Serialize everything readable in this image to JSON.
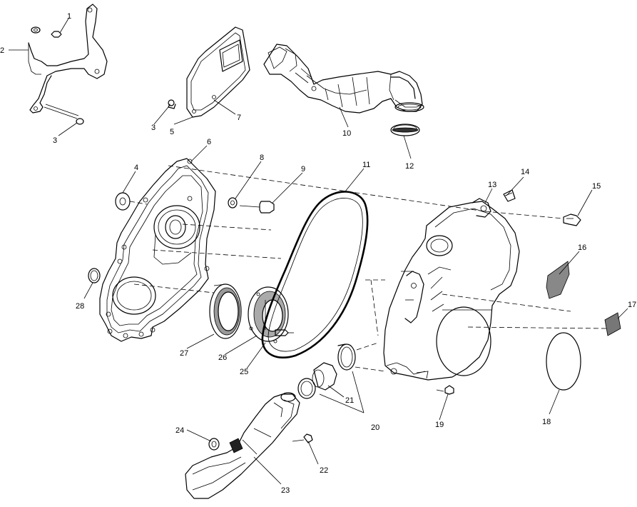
{
  "diagram": {
    "callouts": [
      {
        "id": "1",
        "text": "1"
      },
      {
        "id": "2",
        "text": "2"
      },
      {
        "id": "3a",
        "text": "3"
      },
      {
        "id": "3b",
        "text": "3"
      },
      {
        "id": "4",
        "text": "4"
      },
      {
        "id": "5",
        "text": "5"
      },
      {
        "id": "6",
        "text": "6"
      },
      {
        "id": "7",
        "text": "7"
      },
      {
        "id": "8",
        "text": "8"
      },
      {
        "id": "9",
        "text": "9"
      },
      {
        "id": "10",
        "text": "10"
      },
      {
        "id": "11",
        "text": "11"
      },
      {
        "id": "12",
        "text": "12"
      },
      {
        "id": "13",
        "text": "13"
      },
      {
        "id": "14",
        "text": "14"
      },
      {
        "id": "15",
        "text": "15"
      },
      {
        "id": "16",
        "text": "16"
      },
      {
        "id": "17",
        "text": "17"
      },
      {
        "id": "18",
        "text": "18"
      },
      {
        "id": "19",
        "text": "19"
      },
      {
        "id": "20",
        "text": "20"
      },
      {
        "id": "21",
        "text": "21"
      },
      {
        "id": "22",
        "text": "22"
      },
      {
        "id": "23",
        "text": "23"
      },
      {
        "id": "24",
        "text": "24"
      },
      {
        "id": "25",
        "text": "25"
      },
      {
        "id": "26",
        "text": "26"
      },
      {
        "id": "27",
        "text": "27"
      },
      {
        "id": "28",
        "text": "28"
      }
    ]
  }
}
